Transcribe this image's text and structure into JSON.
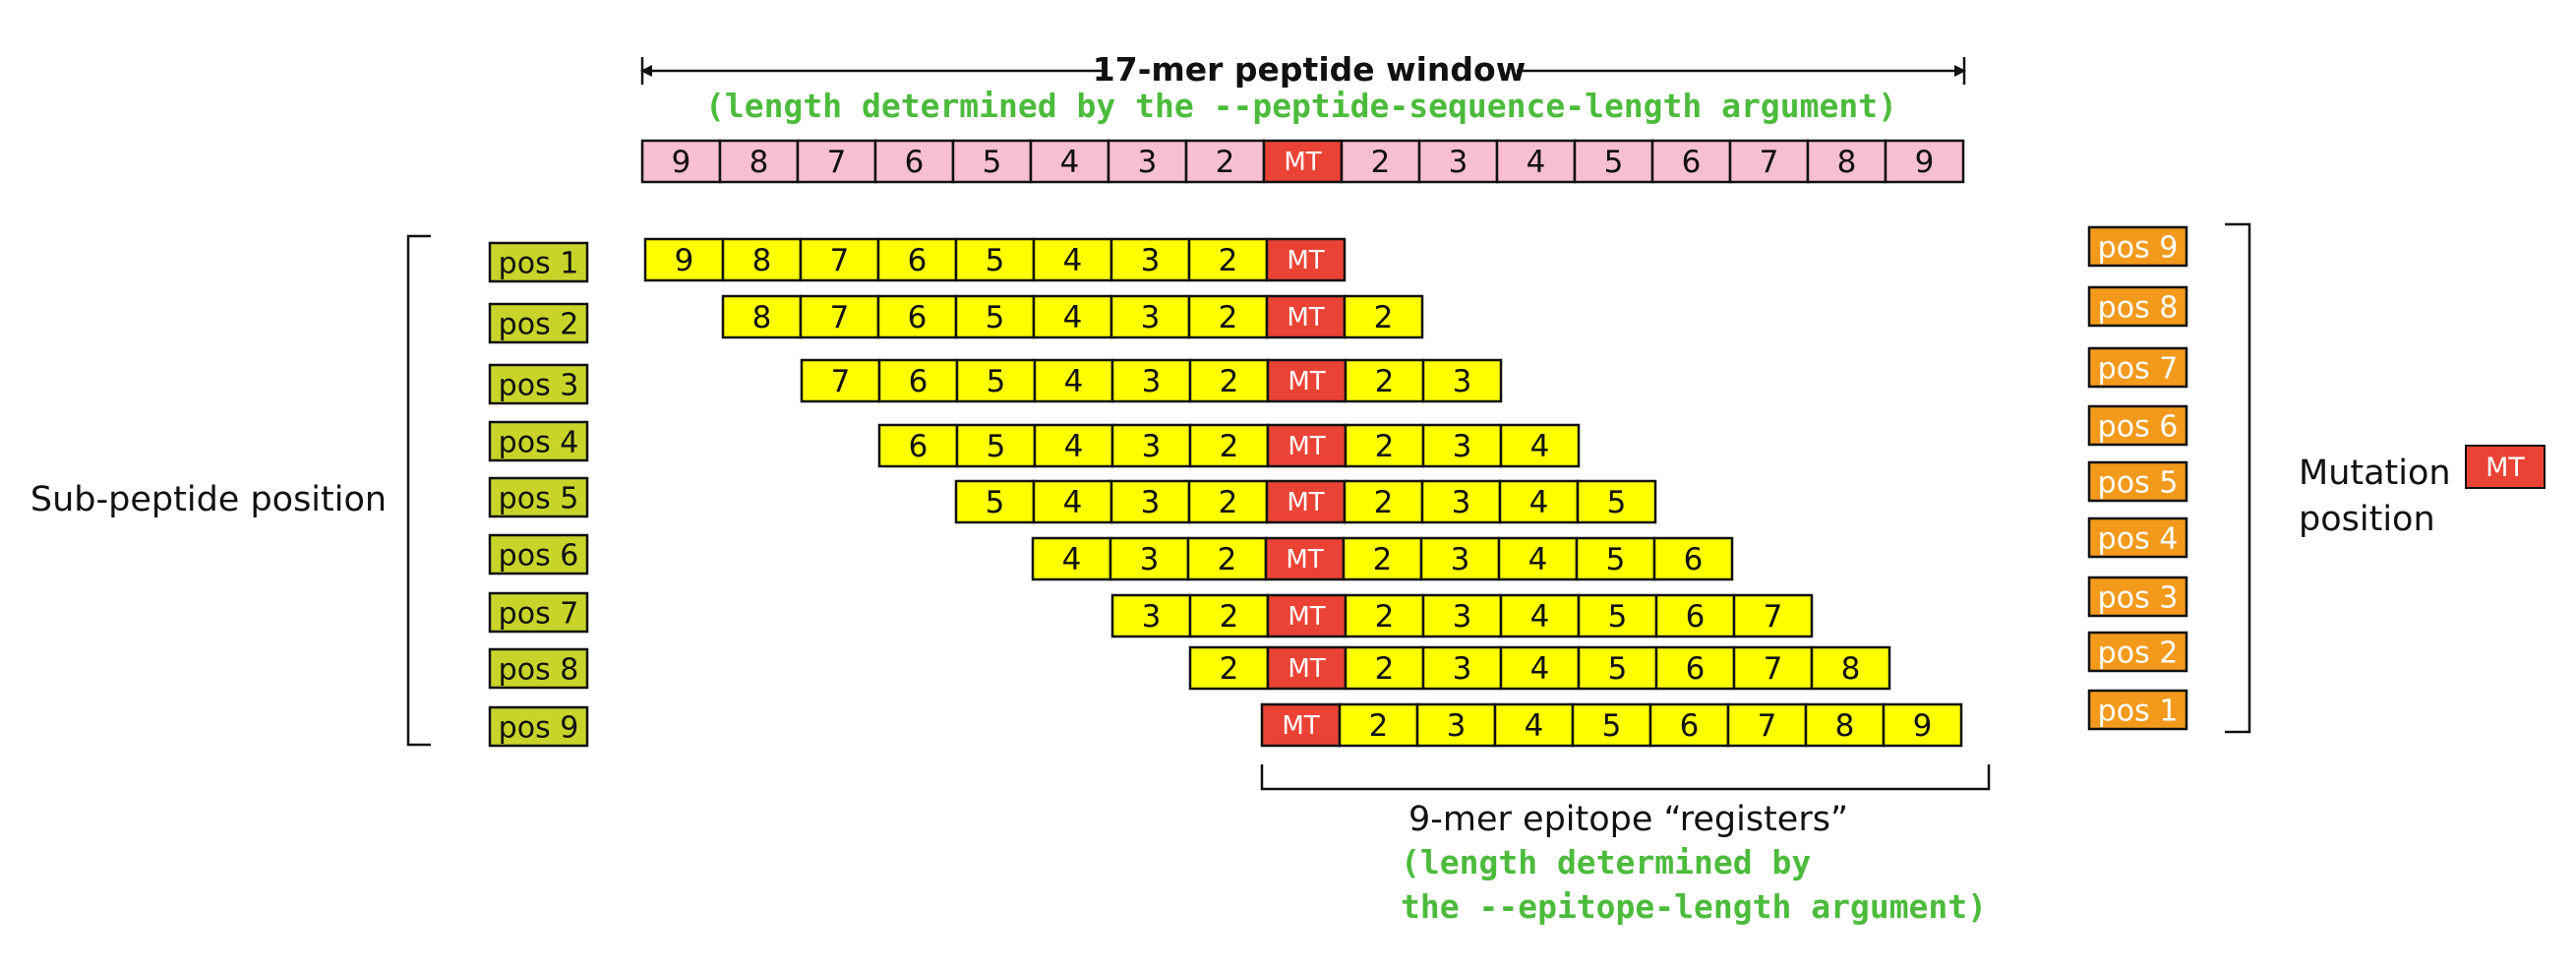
{
  "window": {
    "title": "17-mer peptide window",
    "note": "(length determined by the --peptide-sequence-length argument)",
    "cells": [
      "9",
      "8",
      "7",
      "6",
      "5",
      "4",
      "3",
      "2",
      "MT",
      "2",
      "3",
      "4",
      "5",
      "6",
      "7",
      "8",
      "9"
    ]
  },
  "subpeptide_label": "Sub-peptide position",
  "sub_positions": [
    "pos 1",
    "pos 2",
    "pos 3",
    "pos 4",
    "pos 5",
    "pos 6",
    "pos 7",
    "pos 8",
    "pos 9"
  ],
  "mutation_label": [
    "Mutation",
    "position"
  ],
  "mutation_positions": [
    "pos 9",
    "pos 8",
    "pos 7",
    "pos 6",
    "pos 5",
    "pos 4",
    "pos 3",
    "pos 2",
    "pos 1"
  ],
  "mt_legend": "MT",
  "epitope": {
    "title": "9-mer epitope “registers”",
    "note_lines": [
      "(length determined by",
      "the --epitope-length argument)"
    ]
  },
  "epitope_rows": [
    [
      "9",
      "8",
      "7",
      "6",
      "5",
      "4",
      "3",
      "2",
      "MT"
    ],
    [
      "8",
      "7",
      "6",
      "5",
      "4",
      "3",
      "2",
      "MT",
      "2"
    ],
    [
      "7",
      "6",
      "5",
      "4",
      "3",
      "2",
      "MT",
      "2",
      "3"
    ],
    [
      "6",
      "5",
      "4",
      "3",
      "2",
      "MT",
      "2",
      "3",
      "4"
    ],
    [
      "5",
      "4",
      "3",
      "2",
      "MT",
      "2",
      "3",
      "4",
      "5"
    ],
    [
      "4",
      "3",
      "2",
      "MT",
      "2",
      "3",
      "4",
      "5",
      "6"
    ],
    [
      "3",
      "2",
      "MT",
      "2",
      "3",
      "4",
      "5",
      "6",
      "7"
    ],
    [
      "2",
      "MT",
      "2",
      "3",
      "4",
      "5",
      "6",
      "7",
      "8"
    ],
    [
      "MT",
      "2",
      "3",
      "4",
      "5",
      "6",
      "7",
      "8",
      "9"
    ]
  ],
  "colors": {
    "window_cell": "#f7bfd1",
    "epitope_cell": "#ffff00",
    "mt_cell": "#ea4335",
    "sub_pos_box": "#c8d42a",
    "mut_pos_box": "#f39a1c",
    "note_text": "#4cbb3c"
  }
}
